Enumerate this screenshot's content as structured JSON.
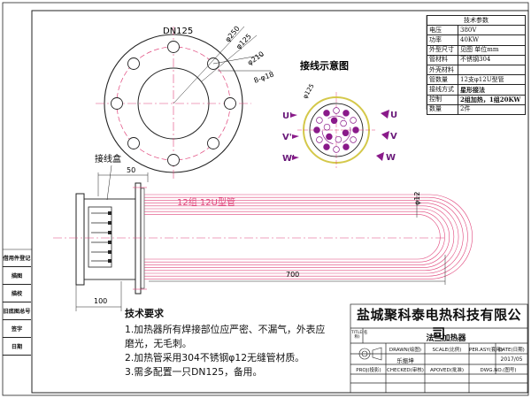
{
  "drawing": {
    "flange_label": "DN125",
    "dim_d250": "φ250",
    "dim_d125": "φ125",
    "dim_d210": "φ210",
    "dim_holes": "8-φ18",
    "dim_d125b": "φ125",
    "junction_box_label": "接线盒",
    "dim_50": "50",
    "dim_100": "100",
    "dim_700": "700",
    "dim_d12": "φ12",
    "tube_group_label": "12组 12U型管",
    "wiring_title": "接线示意图",
    "terminals": [
      "U'",
      "U",
      "V'",
      "V",
      "W",
      "W'"
    ]
  },
  "spec_table": {
    "header": "技术参数",
    "rows": [
      {
        "key": "电压",
        "value": "380V",
        "bold": false
      },
      {
        "key": "功率",
        "value": "40KW",
        "bold": false
      },
      {
        "key": "外型尺寸",
        "value": "见图  单位mm",
        "bold": false
      },
      {
        "key": "管材料",
        "value": "不锈钢304",
        "bold": false
      },
      {
        "key": "外壳材料",
        "value": "",
        "bold": false
      },
      {
        "key": "管数量",
        "value": "12支φ12U型管",
        "bold": false
      },
      {
        "key": "接线方式",
        "value": "星形接法",
        "bold": true
      },
      {
        "key": "控制",
        "value": "2组加热，1组20KW",
        "bold": true
      },
      {
        "key": "数量",
        "value": "2件",
        "bold": false
      }
    ]
  },
  "sidebar": {
    "items": [
      "借用件登记",
      "描图",
      "描校",
      "旧底图总号",
      "签字",
      "日期"
    ]
  },
  "notes": {
    "title": "技术要求",
    "items": [
      "1.加热器所有焊接部位应严密、不漏气，外表应",
      "磨光，无毛刺。",
      "2.加热管采用304不锈钢φ12无缝管材质。",
      "3.需多配置一只DN125，备用。"
    ]
  },
  "title_block": {
    "company": "盐城聚科泰电热科技有限公司",
    "title_caption": "TITLE(名称)",
    "title": "法兰加热器",
    "drawn_caption": "DRAWN(绘图)",
    "drawn_by": "乐振坤",
    "check_caption": "CHECKED(审核)",
    "scale_caption": "SCALE(比例)",
    "approved_caption": "APOVED(批准)",
    "per_set_caption": "PER.ASY(套用)",
    "date_caption": "DATE(日期)",
    "date_value": "2017/05",
    "dwg_caption": "DWG.NO.(图号)",
    "proj_caption": "PROJ(投影)"
  },
  "colors": {
    "line": "#222222",
    "centerline": "#e0457b",
    "highlight": "#d4c84a",
    "phase_mark": "#8a1a8a",
    "terminal_text": "#6a1a7a"
  }
}
